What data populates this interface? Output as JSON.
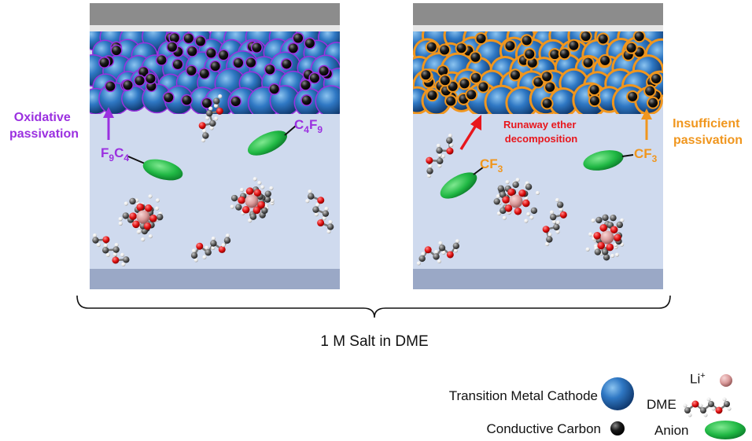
{
  "panels": {
    "left": {
      "label_oxidative": [
        "Oxidative",
        "passivation"
      ],
      "anion_formula_top": {
        "a": "C",
        "a_sub": "4",
        "b": "F",
        "b_sub": "9"
      },
      "anion_formula_left": {
        "a": "F",
        "a_sub": "9",
        "b": "C",
        "b_sub": "4"
      }
    },
    "right": {
      "label_runaway": [
        "Runaway ether",
        "decomposition"
      ],
      "label_insufficient": [
        "Insufficient",
        "passivation"
      ],
      "anion_formula": {
        "a": "CF",
        "a_sub": "3"
      }
    }
  },
  "brace_label": "1 M Salt in DME",
  "legend": {
    "cathode": "Transition Metal Cathode",
    "carbon": "Conductive Carbon",
    "li": "Li",
    "li_sup": "+",
    "dme": "DME",
    "anion": "Anion"
  },
  "colors": {
    "purple": "#9b30e0",
    "orange": "#f0961e",
    "red": "#e8161c",
    "electrolyte": "#cfdaee",
    "collector": "#8c8c8c",
    "anode": "#9aa8c6",
    "sphere_blue": "#2f78c4",
    "anion_green": "#27c24a"
  }
}
